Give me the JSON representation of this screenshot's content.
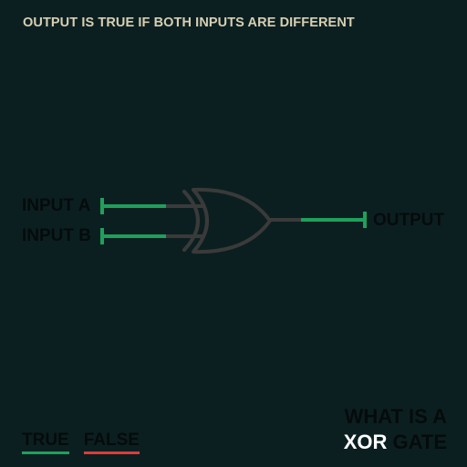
{
  "caption": "OUTPUT IS TRUE IF BOTH INPUTS ARE DIFFERENT",
  "corner_mark": "",
  "pins": {
    "input_a": "INPUT A",
    "input_b": "INPUT B",
    "output": "OUTPUT"
  },
  "legend": {
    "true_label": "TRUE",
    "false_label": "FALSE",
    "true_color": "#1fa05a",
    "false_color": "#e03a3a"
  },
  "title": {
    "line1": "WHAT IS A",
    "highlight": "XOR",
    "rest": "GATE"
  },
  "colors": {
    "background": "#0c1f20",
    "wire_active": "#1fa05a",
    "gate_outline": "#3a3a3a",
    "caption": "#d6cfb3"
  },
  "icons": {
    "gate": "xor-gate-icon"
  }
}
